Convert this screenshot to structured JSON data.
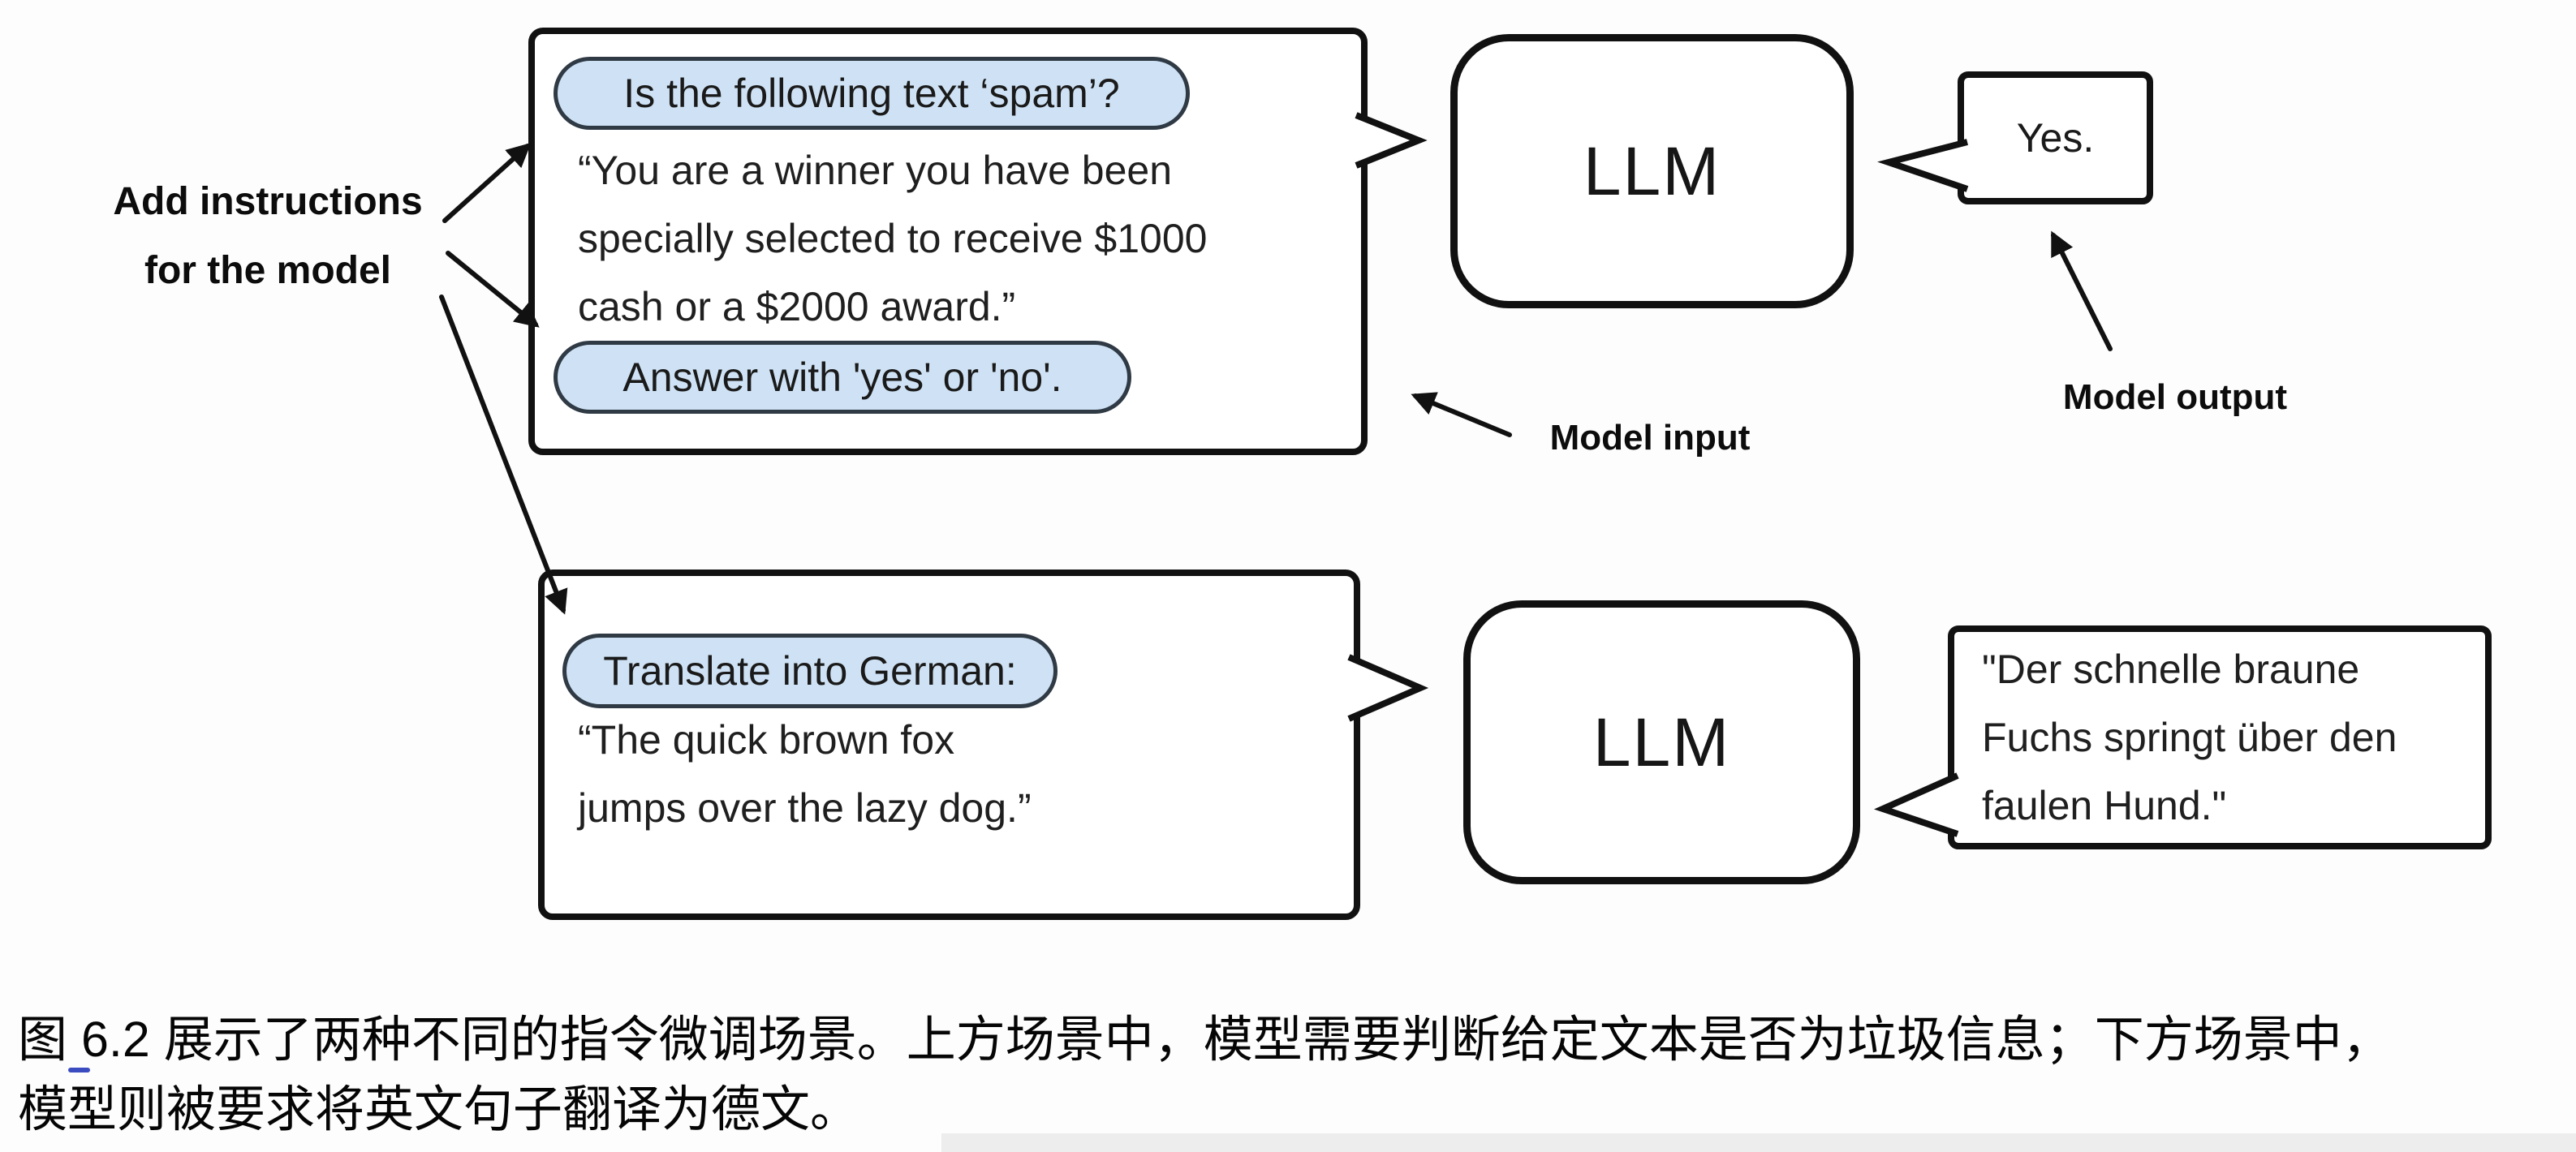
{
  "figure": {
    "annotations": {
      "add_instructions_line1": "Add instructions",
      "add_instructions_line2": "for the model",
      "model_input": "Model input",
      "model_output": "Model output"
    },
    "spam_scenario": {
      "instruction_top": "Is the following text ‘spam’?",
      "body_line1": "“You are a winner you have been",
      "body_line2": "specially selected to receive $1000",
      "body_line3": "cash or a $2000 award.”",
      "instruction_bottom": "Answer with 'yes' or 'no'.",
      "model_label": "LLM",
      "output": "Yes."
    },
    "translation_scenario": {
      "instruction": "Translate into German:",
      "body_line1": "“The quick brown fox",
      "body_line2": "jumps over the lazy dog.”",
      "model_label": "LLM",
      "output_line1": "\"Der schnelle braune",
      "output_line2": "Fuchs springt über den",
      "output_line3": "faulen Hund.\""
    },
    "colors": {
      "instruction_fill": "#cfe2f5",
      "ink": "#111111",
      "link_mark": "#3b4cc0"
    }
  },
  "caption": {
    "line1": "图 6.2 展示了两种不同的指令微调场景。上方场景中，模型需要判断给定文本是否为垃圾信息；下方场景中，",
    "line2": "模型则被要求将英文句子翻译为德文。"
  }
}
